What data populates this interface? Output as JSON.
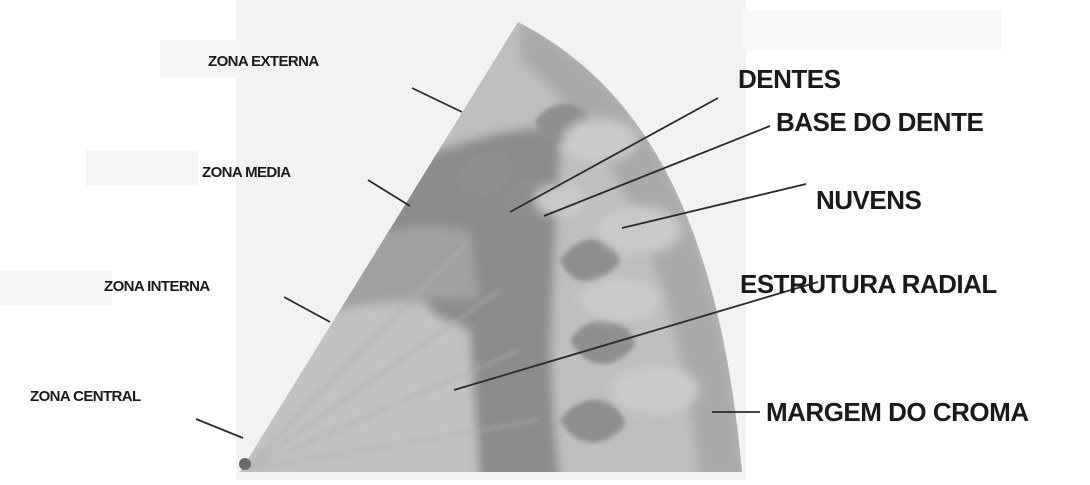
{
  "diagram": {
    "left_labels": [
      {
        "id": "zona-externa",
        "text": "ZONA EXTERNA"
      },
      {
        "id": "zona-media",
        "text": "ZONA MEDIA"
      },
      {
        "id": "zona-interna",
        "text": "ZONA INTERNA"
      },
      {
        "id": "zona-central",
        "text": "ZONA CENTRAL"
      }
    ],
    "right_labels": [
      {
        "id": "dentes",
        "text": "DENTES"
      },
      {
        "id": "base-do-dente",
        "text": "BASE DO DENTE"
      },
      {
        "id": "nuvens",
        "text": "NUVENS"
      },
      {
        "id": "estrutura-radial",
        "text": "ESTRUTURA RADIAL"
      },
      {
        "id": "margem-do-croma",
        "text": "MARGEM DO CROMA"
      }
    ],
    "colors": {
      "background": "#ffffff",
      "panel": "#f2f2f2",
      "sector_light": "#bdbdbd",
      "sector_dark": "#8a8a8a",
      "label": "#1a1a1a"
    }
  }
}
